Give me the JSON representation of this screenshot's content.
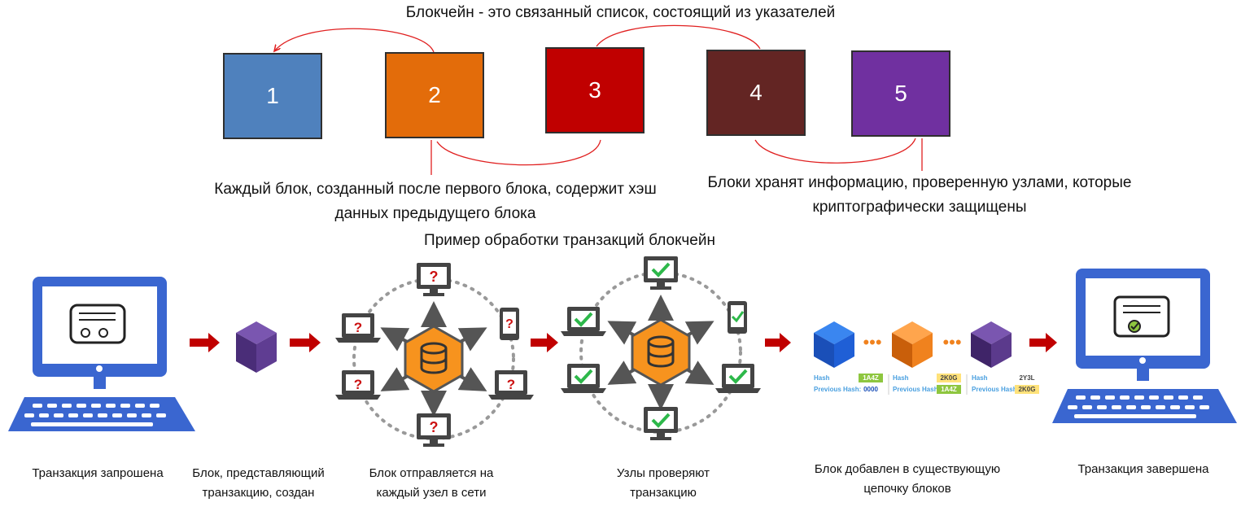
{
  "title_top": "Блокчейн - это связанный список, состоящий из указателей",
  "caption_left": "Каждый блок, созданный после первого блока, содержит хэш данных предыдущего блока",
  "caption_right": "Блоки хранят информацию, проверенную узлами, которые криптографически защищены",
  "title_mid": "Пример обработки транзакций блокчейн",
  "blocks": [
    {
      "label": "1",
      "color": "#4f81bd"
    },
    {
      "label": "2",
      "color": "#e36c0a"
    },
    {
      "label": "3",
      "color": "#c00000"
    },
    {
      "label": "4",
      "color": "#632523"
    },
    {
      "label": "5",
      "color": "#7030a0"
    }
  ],
  "steps": [
    "Транзакция запрошена",
    "Блок, представляющий транзакцию, создан",
    "Блок отправляется на каждый узел в сети",
    "Узлы проверяют транзакцию",
    "Блок добавлен в существующую цепочку блоков",
    "Транзакция завершена"
  ],
  "chain": {
    "hash_label": "Hash",
    "prev_label": "Previous Hash:",
    "blocks": [
      {
        "hash": "1A4Z",
        "previous": "0000"
      },
      {
        "hash": "2K0G",
        "previous": "1A4Z"
      },
      {
        "hash": "2Y3L",
        "previous": "2K0G"
      }
    ]
  },
  "colors": {
    "arrow_link": "#e02020",
    "flow_arrow": "#c00000",
    "computer_blue": "#3a66d0",
    "node_orange": "#f7931e",
    "check_green": "#2db84a",
    "question_red": "#cc1111",
    "cube_purple": "#5b3a8c",
    "cube_blue": "#1f5fd6",
    "cube_orange": "#f0821e"
  },
  "icons": {
    "question": "?",
    "check": "✓"
  }
}
